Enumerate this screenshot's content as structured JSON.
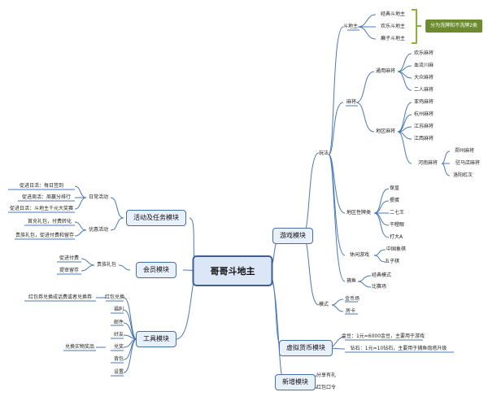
{
  "root": "哥哥斗地主",
  "right": {
    "game": {
      "label": "游戏模块",
      "wanfa": "玩法",
      "doudizhu": {
        "label": "斗地主",
        "items": [
          "经典斗地主",
          "欢乐斗地主",
          "癞子斗地主"
        ],
        "note": "分为洗牌和不洗牌2类"
      },
      "majiang": {
        "label": "麻将",
        "general": {
          "label": "通用麻将",
          "items": [
            "欢乐麻将",
            "血流川麻",
            "大众麻将",
            "二人麻将"
          ]
        },
        "regional": {
          "label": "地区麻将",
          "items": [
            "亚鸡麻将",
            "杭州麻将",
            "江苏麻将",
            "江西麻将"
          ],
          "henan": {
            "label": "河南麻将",
            "items": [
              "郑州麻将",
              "驻马店麻将",
              "洛阳杠次"
            ]
          }
        }
      },
      "regional_cards": {
        "label": "地区性牌类",
        "items": [
          "保皇",
          "掼蛋",
          "二七王",
          "干瞪眼",
          "打大A"
        ]
      },
      "casual": {
        "label": "休闲游戏",
        "items": [
          "中国象棋",
          "五子棋"
        ]
      },
      "fishing": {
        "label": "捕鱼",
        "items": [
          "经典模式",
          "比赛场"
        ]
      },
      "mode": {
        "label": "模式",
        "items": [
          "金币场",
          "房卡"
        ]
      }
    },
    "currency": {
      "label": "虚拟货币模块",
      "items": [
        "金豆：1元=6000金豆，主要用于游戏",
        "钻石：1元=10钻石，主要用于捕鱼炮塔升级"
      ]
    },
    "new": {
      "label": "新增模块",
      "items": [
        "分享有礼",
        "红包口令"
      ]
    }
  },
  "left": {
    "activity": {
      "label": "活动及任务模块",
      "daily": {
        "label": "日常活动",
        "items": [
          "促进日活：每日签到",
          "促进周活：周赢分排行",
          "促进日活：斗地主千元大奖赛"
        ]
      },
      "discount": {
        "label": "优惠活动",
        "items": [
          "首充礼包，付费转化",
          "贵族礼包，促进付费和留存"
        ]
      }
    },
    "member": {
      "label": "会员模块",
      "noble": {
        "label": "贵族礼包",
        "items": [
          "促进付费",
          "提审留存"
        ]
      }
    },
    "tools": {
      "label": "工具模块",
      "redpack": {
        "label": "红包兑换",
        "leaf": "红包券兑换成话费或者兑换券"
      },
      "items": [
        "福利",
        "邮件",
        "好友"
      ],
      "exchange": {
        "label": "兑奖",
        "leaf": "兑换实物奖品"
      },
      "items2": [
        "背包",
        "设置"
      ]
    }
  },
  "colors": {
    "line": "#4a78b5",
    "box_fill": "#e8f0fb",
    "box_border": "#4a6fa5",
    "tag": "#6d8b2e",
    "bracket": "#8db33a"
  }
}
